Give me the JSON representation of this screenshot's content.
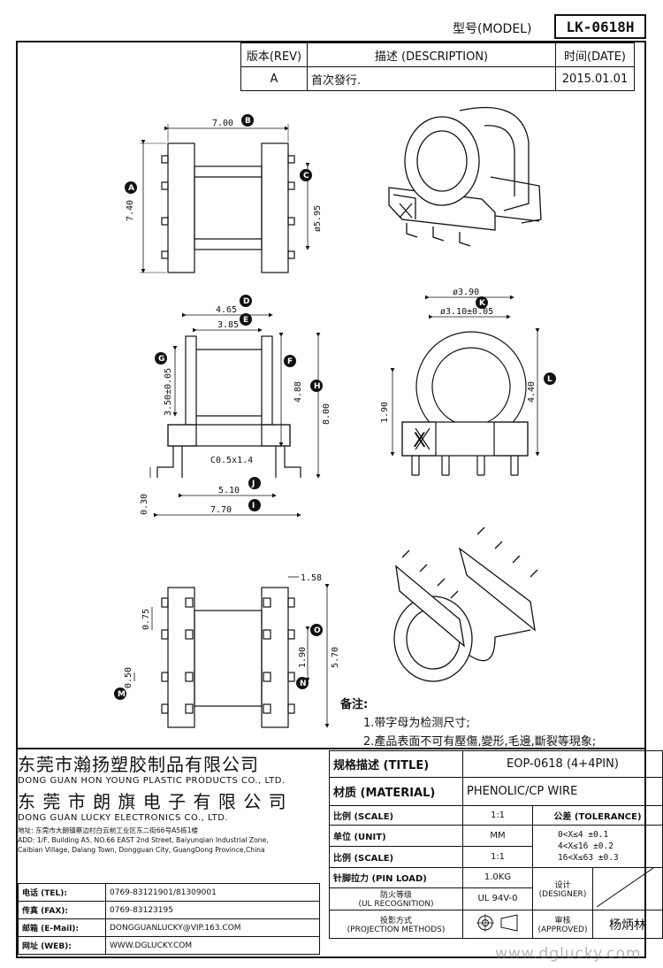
{
  "header": {
    "model_label": "型号(MODEL)",
    "model_value": "LK-0618H"
  },
  "revision": {
    "col_rev": "版本(REV)",
    "col_desc": "描述 (DESCRIPTION)",
    "col_date": "时间(DATE)",
    "row_rev": "A",
    "row_desc": "首次發行.",
    "row_date": "2015.01.01"
  },
  "dims": {
    "top_width": "7.00",
    "top_height": "7.40",
    "top_dia": "ø5.95",
    "front_d": "4.65",
    "front_e": "3.85",
    "front_g": "3.50±0.05",
    "front_f": "4.88",
    "front_h": "8.00",
    "front_chamfer": "C0.5x1.4",
    "front_j": "5.10",
    "front_i": "7.70",
    "front_030": "0.30",
    "side_k": "ø3.90",
    "side_l": "ø3.10±0.05",
    "side_m": "1.90",
    "side_h": "4.40",
    "bot_158": "1.58",
    "bot_075": "0.75",
    "bot_050": "0.50",
    "bot_190": "1.90",
    "bot_570": "5.70",
    "x_mark": "X"
  },
  "bubbles": [
    "A",
    "B",
    "C",
    "D",
    "E",
    "F",
    "G",
    "H",
    "I",
    "J",
    "K",
    "L",
    "M",
    "N",
    "O"
  ],
  "notes": {
    "title": "备注:",
    "line1": "1.带字母为检测尺寸;",
    "line2": "2.產品表面不可有壓傷,變形,毛邊,斷裂等現象;"
  },
  "company": {
    "cn1": "东莞市瀚扬塑胶制品有限公司",
    "en1": "DONG GUAN HON YOUNG PLASTIC PRODUCTS CO., LTD.",
    "cn2": "东 莞 市 朗 旗 电 子 有 限 公 司",
    "en2": "DONG GUAN LUCKY ELECTRONICS CO., LTD.",
    "addr1": "地址: 东莞市大朗镇蔡边村白云前工业区东二街66号A5栋1楼",
    "addr2": "ADD: 1/F, Building A5, NO.66 EAST 2nd Street, Baiyunqian Industrial Zone,",
    "addr3": "Caibian Village, Dalang Town, Dongguan City, GuangDong Province,China"
  },
  "contact": {
    "tel_label": "电话 (TEL):",
    "tel": "0769-83121901/81309001",
    "fax_label": "传真 (FAX):",
    "fax": "0769-83123195",
    "mail_label": "邮箱 (E-Mail):",
    "mail": "DONGGUANLUCKY@VIP.163.COM",
    "web_label": "网址 (WEB):",
    "web": "WWW.DGLUCKY.COM"
  },
  "spec": {
    "title_label": "规格描述 (TITLE)",
    "title_value": "EOP-0618 (4+4PIN)",
    "material_label": "材质 (MATERIAL)",
    "material_value": "PHENOLIC/CP WIRE",
    "scale_label": "比例 (SCALE)",
    "scale_value": "1:1",
    "tol_label": "公差 (TOLERANCE)",
    "unit_label": "单位 (UNIT)",
    "unit_value": "MM",
    "tol1": "0<X≤4   ±0.1",
    "tol2": "4<X≤16  ±0.2",
    "tol3": "16<X≤63 ±0.3",
    "scale2_label": "比例 (SCALE)",
    "scale2_value": "1:1",
    "pinload_label": "针脚拉力 (PIN LOAD)",
    "pinload_value": "1.0KG",
    "fire_label1": "防火等级",
    "fire_label2": "(UL RECOGNITION)",
    "fire_value": "UL 94V-0",
    "proj_label1": "投影方式",
    "proj_label2": "(PROJECTION METHODS)",
    "designer_label1": "设计",
    "designer_label2": "(DESIGNER)",
    "approved_label1": "审核",
    "approved_label2": "(APPROVED)",
    "approved_value": "杨炳林"
  },
  "watermark": "www.dglucky.com"
}
